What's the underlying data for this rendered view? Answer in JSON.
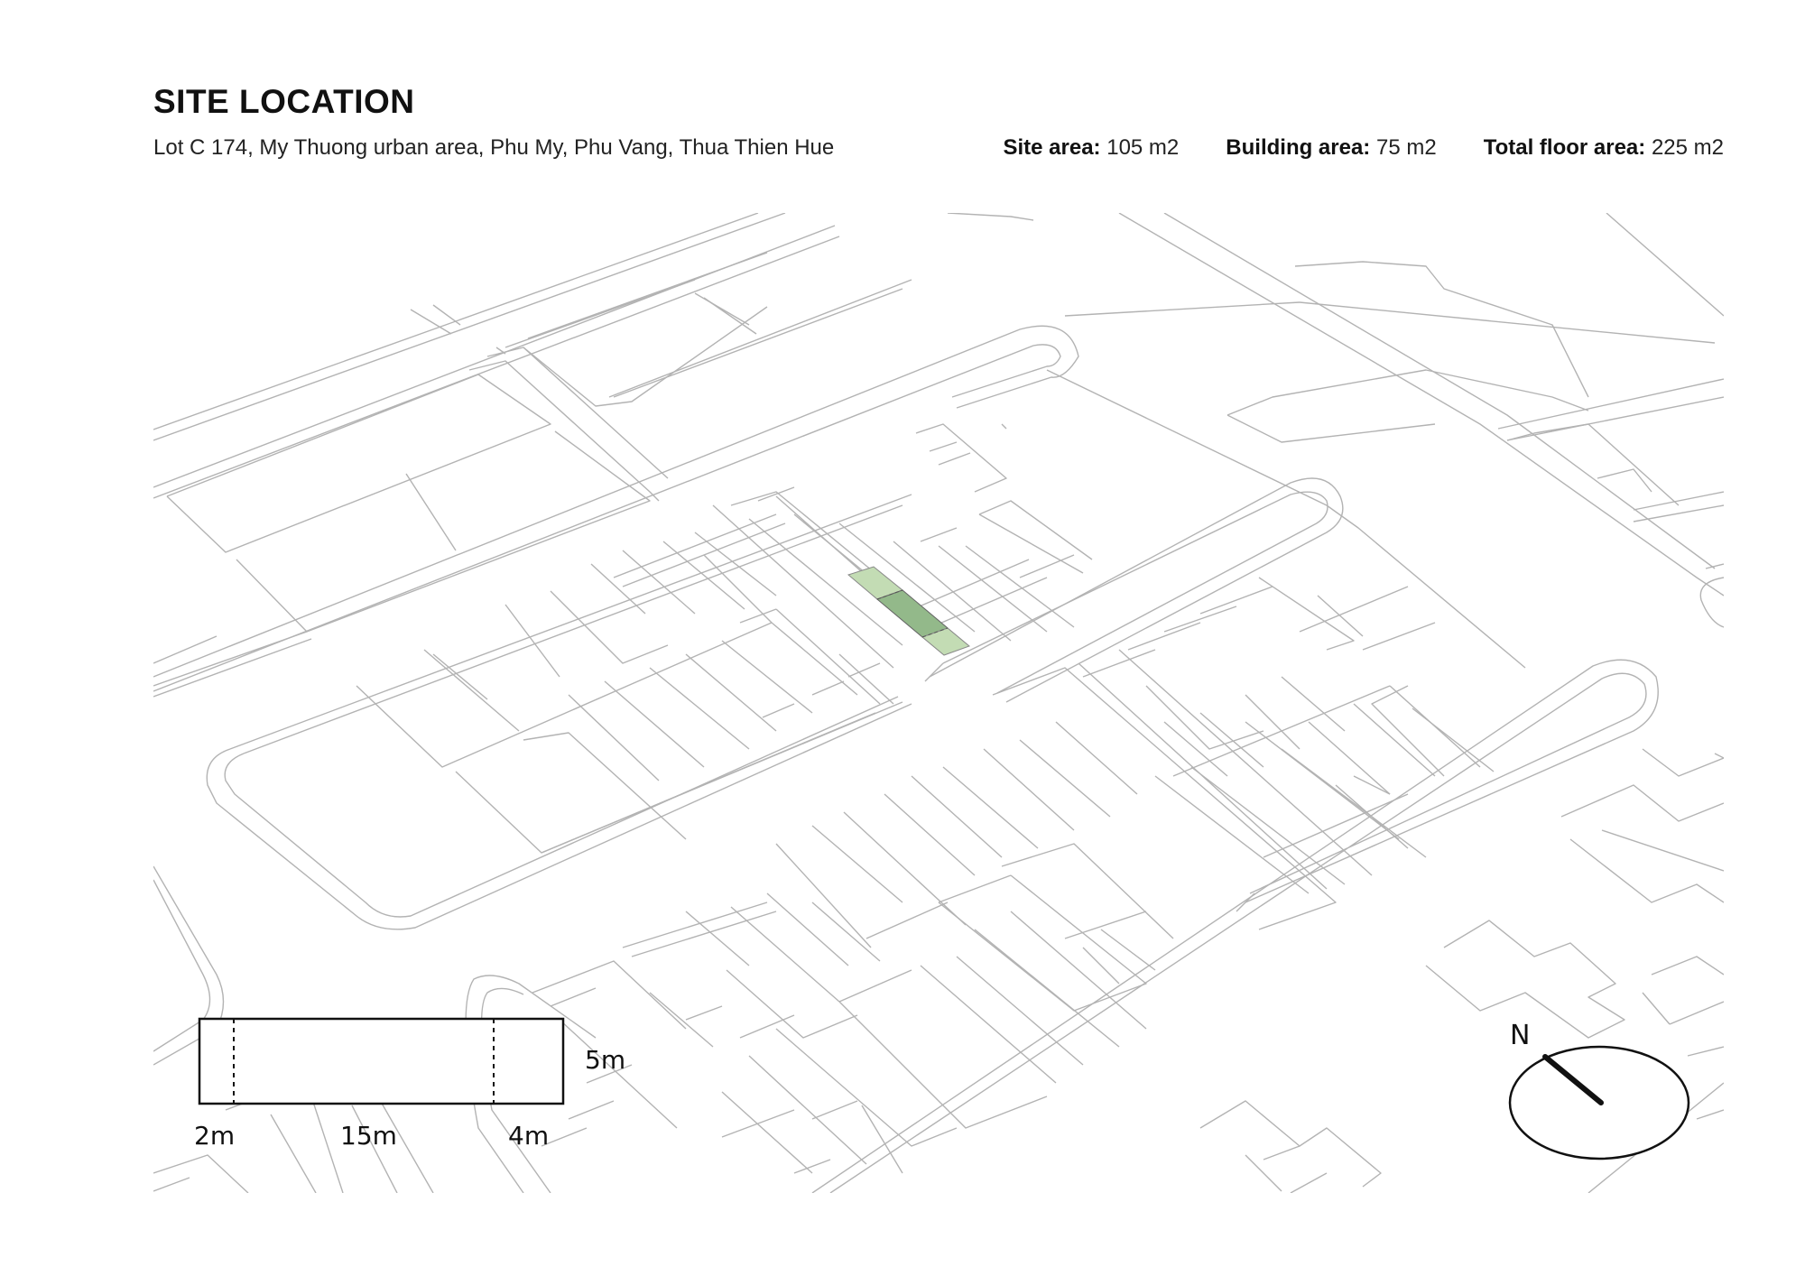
{
  "header": {
    "title": "SITE LOCATION",
    "address": "Lot C 174, My Thuong urban area, Phu My, Phu Vang, Thua Thien Hue"
  },
  "stats": [
    {
      "key": "Site area:",
      "value": "105 m2"
    },
    {
      "key": "Building area:",
      "value": "75 m2"
    },
    {
      "key": "Total floor area:",
      "value": "225 m2"
    }
  ],
  "lot_diagram": {
    "width_label": "5m",
    "front_setback_label": "2m",
    "building_length_label": "15m",
    "rear_setback_label": "4m"
  },
  "compass": {
    "label": "N"
  },
  "colors": {
    "building": "#93b98a",
    "setback": "#c3dcb4",
    "map_line": "#b3b3b3",
    "ink": "#111111"
  }
}
